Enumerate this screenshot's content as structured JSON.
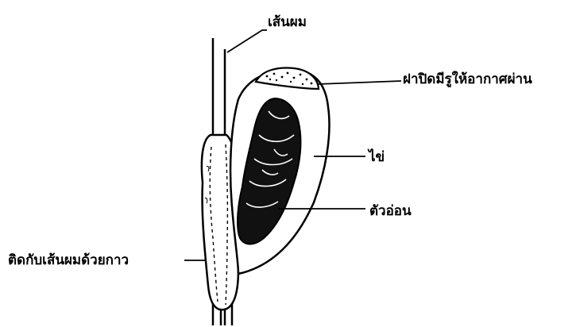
{
  "labels": {
    "hair_shaft": "เส้นผม",
    "operculum": "ฝาปิดมีรูให้อากาศผ่าน",
    "egg": "ไข่",
    "larva": "ตัวอ่อน",
    "glue": "ติดกับเส้นผมด้วยกาว"
  },
  "colors": {
    "ink": "#000000",
    "background": "#ffffff"
  }
}
